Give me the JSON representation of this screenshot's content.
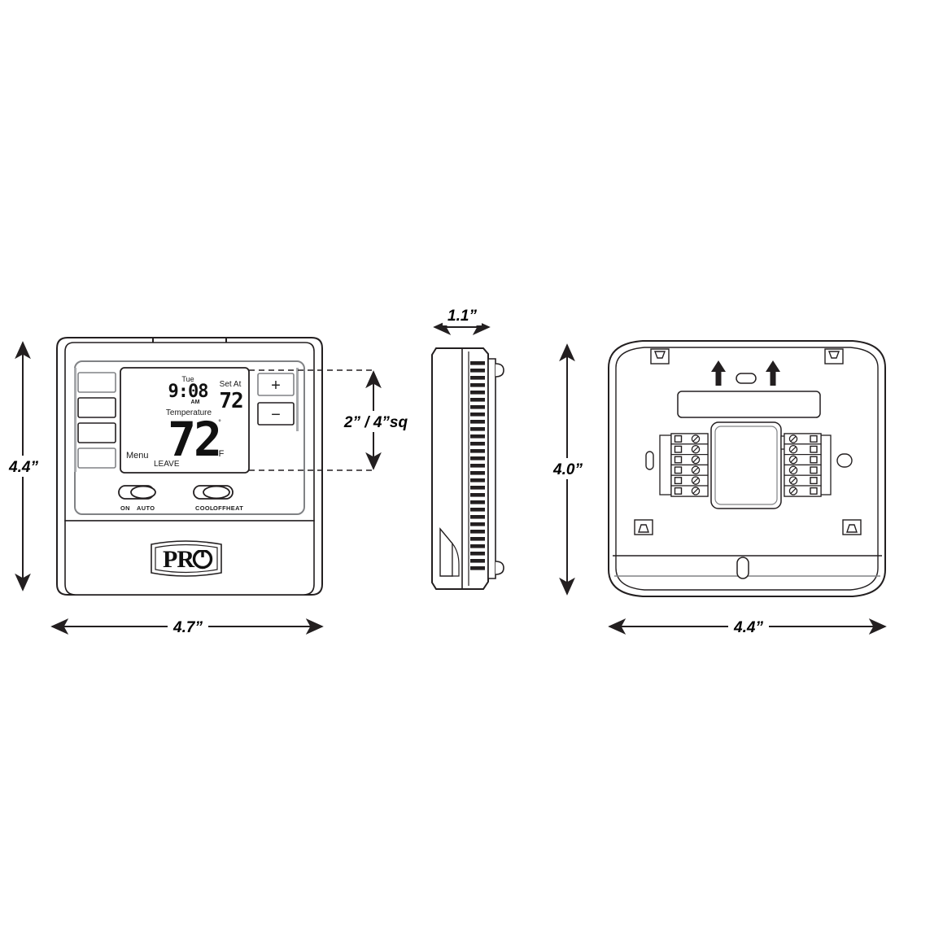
{
  "drawing": {
    "title": "Thermostat dimensional drawing",
    "views": [
      "front",
      "side",
      "back"
    ]
  },
  "dimensions": {
    "front_height": "4.4”",
    "front_width": "4.7”",
    "display_cutout": "2” / 4”sq",
    "side_depth": "1.1”",
    "back_height": "4.0”",
    "back_width": "4.4”"
  },
  "front": {
    "lcd": {
      "day": "Tue",
      "time": "9:08",
      "meridiem": "AM",
      "set_at_label": "Set At",
      "set_at_value": "72",
      "temperature_label": "Temperature",
      "temperature_value": "72",
      "degree_symbol": "°",
      "unit": "F",
      "menu_label": "Menu",
      "schedule_state": "LEAVE"
    },
    "buttons": {
      "plus": "+",
      "minus": "−",
      "side_buttons": [
        "",
        "",
        "",
        ""
      ]
    },
    "switches": {
      "fan": {
        "options": [
          "ON",
          "AUTO"
        ],
        "selected": "AUTO"
      },
      "mode": {
        "options": [
          "COOL",
          "OFF",
          "HEAT"
        ],
        "selected": "OFF"
      }
    },
    "brand": {
      "name": "PR",
      "mark": "power-symbol"
    }
  },
  "side": {
    "vent_slot_count": 29
  },
  "back": {
    "terminal_rows": 6,
    "terminal_blocks": 2,
    "mounting_tabs": 4,
    "alignment_arrows": 2
  },
  "colors": {
    "line": "#231f20",
    "line_light": "#808285",
    "lcd_fill": "#ffffff",
    "paper": "#ffffff"
  }
}
